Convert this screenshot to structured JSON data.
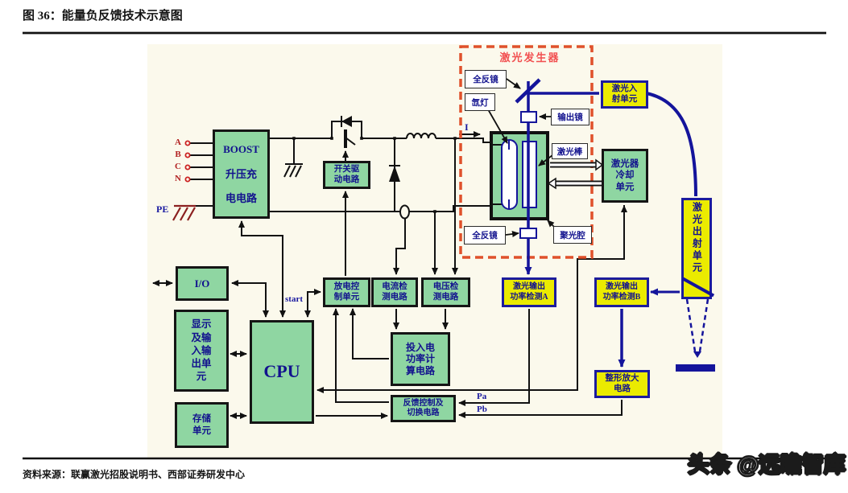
{
  "page": {
    "title": "图 36：能量负反馈技术示意图",
    "source": "资料来源：联赢激光招股说明书、西部证券研发中心",
    "watermark": "头条 @远瞻智库"
  },
  "colors": {
    "box_green": "#8fd6a2",
    "box_yellow": "#ebeb00",
    "navy_beam": "#14149b",
    "dashed_red": "#e0512b",
    "generator_label_red": "#f25050",
    "input_red": "#b22222",
    "canvas_cream": "#fbf9ec"
  },
  "diagram": {
    "generator_label": "激光发生器",
    "inputs": {
      "a": "A",
      "b": "B",
      "c": "C",
      "n": "N",
      "pe": "PE"
    },
    "signals": {
      "start": "start",
      "current": "I",
      "pa": "Pa",
      "pb": "Pb"
    },
    "boxes": {
      "boost": {
        "lines": [
          "BOOST",
          "升压充",
          "电电路"
        ]
      },
      "switch_driver": {
        "lines": [
          "开关驱",
          "动电路"
        ]
      },
      "io": {
        "lines": [
          "I/O"
        ]
      },
      "display_unit": {
        "lines": [
          "显示",
          "及输",
          "入输",
          "出单",
          "元"
        ]
      },
      "storage": {
        "lines": [
          "存储",
          "单元"
        ]
      },
      "cpu": {
        "lines": [
          "CPU"
        ]
      },
      "discharge": {
        "lines": [
          "放电控",
          "制单元"
        ]
      },
      "current_det": {
        "lines": [
          "电流检",
          "测电路"
        ]
      },
      "voltage_det": {
        "lines": [
          "电压检",
          "测电路"
        ]
      },
      "power_calc": {
        "lines": [
          "投入电",
          "功率计",
          "算电路"
        ]
      },
      "feedback": {
        "lines": [
          "反馈控制及",
          "切换电路"
        ]
      },
      "cooling": {
        "lines": [
          "激光器",
          "冷却",
          "单元"
        ]
      },
      "laser_in": {
        "lines": [
          "激光入",
          "射单元"
        ]
      },
      "det_a": {
        "lines": [
          "激光输出",
          "功率检测A"
        ]
      },
      "det_b": {
        "lines": [
          "激光输出",
          "功率检测B"
        ]
      },
      "shaping": {
        "lines": [
          "整形放大",
          "电路"
        ]
      },
      "laser_out": {
        "text": "激光出射单元"
      }
    },
    "labels": {
      "mirror_top": "全反镜",
      "lamp": "氙灯",
      "output_mirror": "输出镜",
      "rod": "激光棒",
      "mirror_bottom": "全反镜",
      "cavity": "聚光腔"
    }
  }
}
